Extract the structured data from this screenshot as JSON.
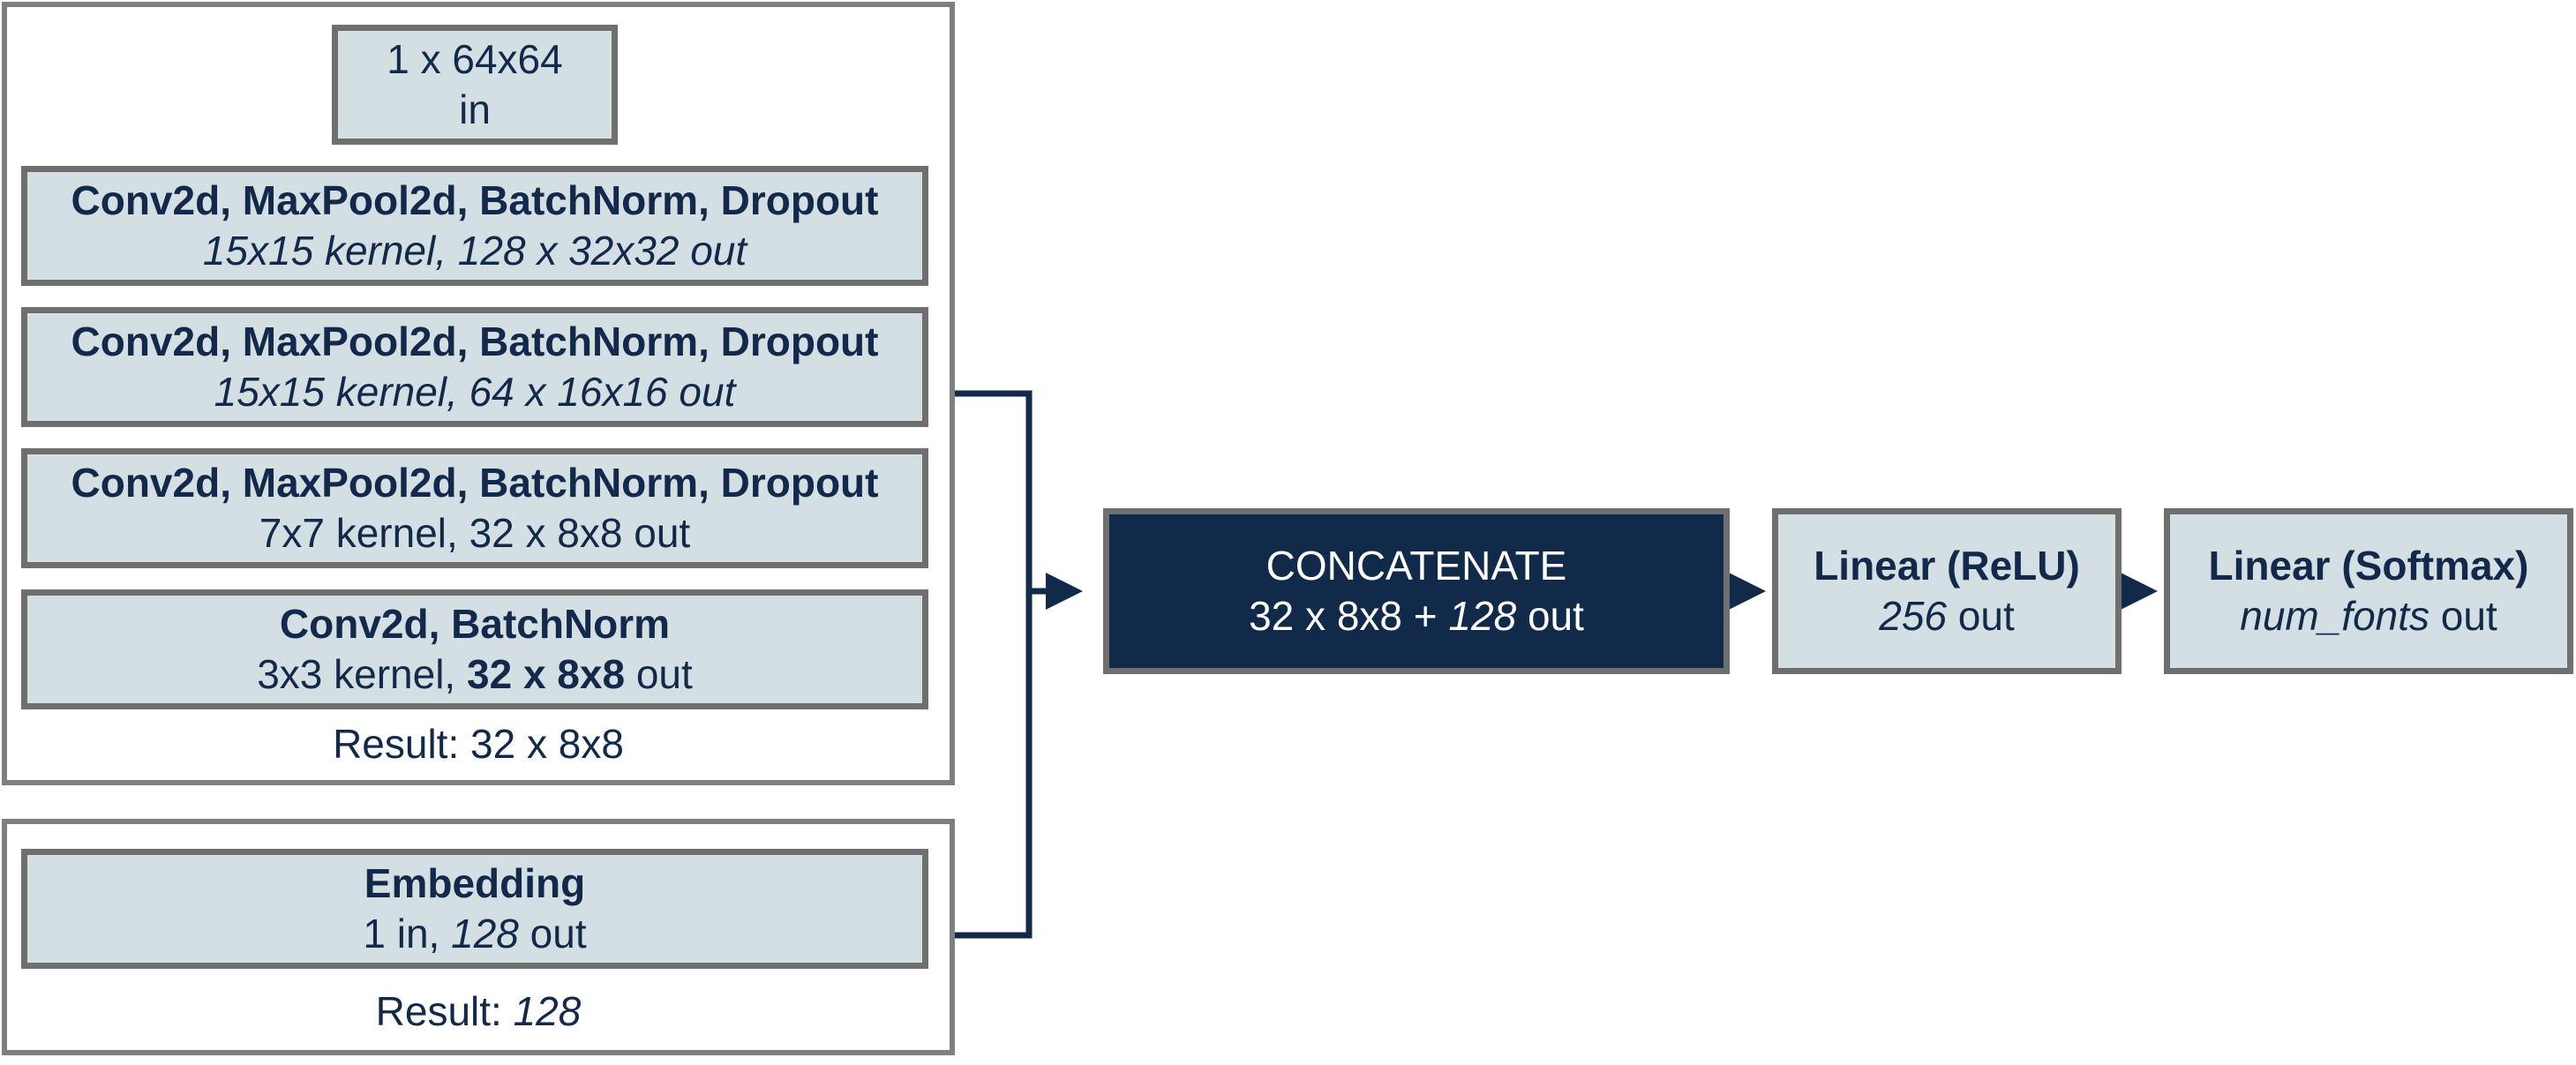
{
  "cnn": {
    "input": {
      "shape": "1 x 64x64",
      "label": "in"
    },
    "layers": [
      {
        "title": "Conv2d, MaxPool2d, BatchNorm, Dropout",
        "detail": "15x15 kernel, 128 x 32x32 out"
      },
      {
        "title": "Conv2d, MaxPool2d, BatchNorm, Dropout",
        "detail": "15x15 kernel, 64 x 16x16 out"
      },
      {
        "title": "Conv2d, MaxPool2d, BatchNorm, Dropout",
        "detail": "7x7 kernel, 32 x 8x8 out"
      }
    ],
    "last_layer": {
      "title": "Conv2d, BatchNorm",
      "detail_pre": "3x3 kernel, ",
      "detail_bold": "32 x 8x8",
      "detail_post": " out"
    },
    "result": "Result: 32 x 8x8"
  },
  "embedding": {
    "title": "Embedding",
    "detail_pre": "1 in, ",
    "detail_italic": "128",
    "detail_post": " out",
    "result_pre": "Result: ",
    "result_italic": "128"
  },
  "concat": {
    "title": "CONCATENATE",
    "detail_pre": "32 x 8x8 + ",
    "detail_italic": "128",
    "detail_post": " out"
  },
  "linear_relu": {
    "title": "Linear (ReLU)",
    "detail_italic": "256",
    "detail_post": " out"
  },
  "linear_softmax": {
    "title": "Linear (Softmax)",
    "detail_italic": "num_fonts",
    "detail_post": " out"
  },
  "colors": {
    "box_fill": "#d3dfe3",
    "box_border": "#6f6f6f",
    "panel_border": "#7f7f7f",
    "dark_fill": "#112a4a",
    "text": "#13294b",
    "connector": "#112a4a"
  }
}
